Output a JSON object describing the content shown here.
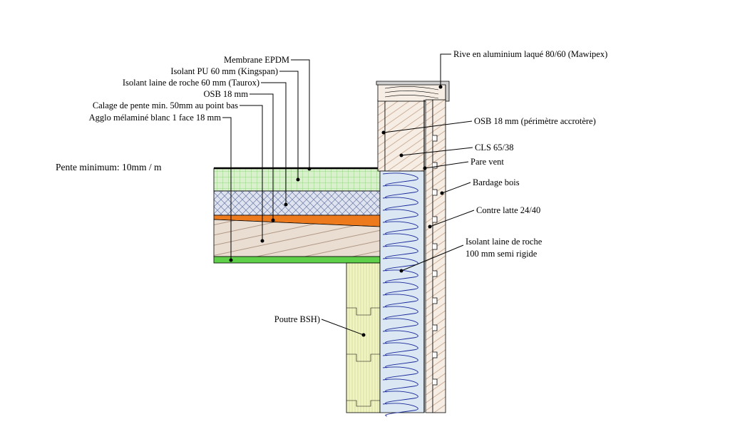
{
  "slope_note": "Pente minimum: 10mm / m",
  "labels_left": {
    "epdm": "Membrane EPDM",
    "pu": "Isolant PU 60 mm (Kingspan)",
    "rockwool_roof": "Isolant laine de roche 60 mm (Taurox)",
    "osb": "OSB 18 mm",
    "slope_packing": "Calage de pente min. 50mm au point bas",
    "agglo": "Agglo mélaminé blanc 1 face 18 mm",
    "beam": "Poutre BSH)"
  },
  "labels_right": {
    "rive": "Rive en aluminium laqué 80/60 (Mawipex)",
    "osb_perimeter": "OSB 18 mm (périmètre accrotère)",
    "cls": "CLS 65/38",
    "pare_vent": "Pare vent",
    "bardage": "Bardage bois",
    "contre_latte": "Contre latte 24/40",
    "rockwool_wall_1": "Isolant laine de roche",
    "rockwool_wall_2": "100 mm semi rigide"
  },
  "colors": {
    "epdm_pu_layer": "#d9f0cc",
    "pu_grid": "#7fcf6a",
    "rockwool_layer": "#dfe3ef",
    "rockwool_hatch": "#6a7ba8",
    "osb_layer": "#ee7a1e",
    "packing_layer": "#eaded2",
    "agglo_layer": "#5fd04a",
    "beam": "#f0f3c2",
    "wall_insulation": "#dbe8f4",
    "wall_insulation_coil": "#1a2a9a",
    "wood": "#f6ede4"
  }
}
